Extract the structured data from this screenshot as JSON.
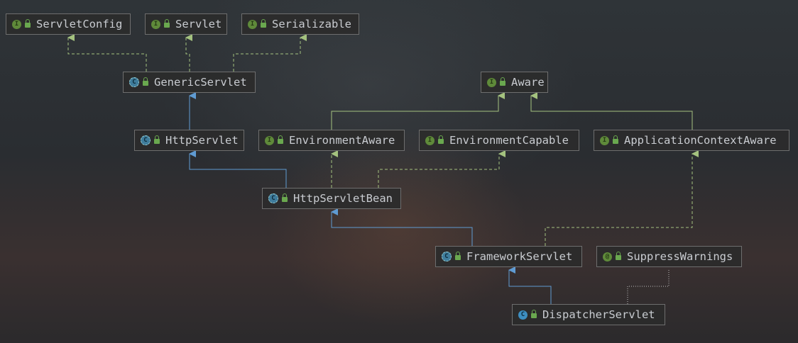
{
  "colors": {
    "implements_edge": "#a4c27f",
    "extends_edge": "#5f9bd2",
    "annotation_edge": "#bdbdbd",
    "node_border": "#6e6e6e",
    "node_text": "#c9ccd1"
  },
  "nodes": {
    "servlet_config": {
      "label": "ServletConfig",
      "kind": "interface",
      "icon_glyph": "I"
    },
    "servlet": {
      "label": "Servlet",
      "kind": "interface",
      "icon_glyph": "I"
    },
    "serializable": {
      "label": "Serializable",
      "kind": "interface",
      "icon_glyph": "I"
    },
    "generic_servlet": {
      "label": "GenericServlet",
      "kind": "abstract-class",
      "icon_glyph": "C"
    },
    "aware": {
      "label": "Aware",
      "kind": "interface",
      "icon_glyph": "I"
    },
    "http_servlet": {
      "label": "HttpServlet",
      "kind": "abstract-class",
      "icon_glyph": "C"
    },
    "environment_aware": {
      "label": "EnvironmentAware",
      "kind": "interface",
      "icon_glyph": "I"
    },
    "environment_capable": {
      "label": "EnvironmentCapable",
      "kind": "interface",
      "icon_glyph": "I"
    },
    "application_context_aware": {
      "label": "ApplicationContextAware",
      "kind": "interface",
      "icon_glyph": "I"
    },
    "http_servlet_bean": {
      "label": "HttpServletBean",
      "kind": "abstract-class",
      "icon_glyph": "C"
    },
    "framework_servlet": {
      "label": "FrameworkServlet",
      "kind": "abstract-class",
      "icon_glyph": "C"
    },
    "suppress_warnings": {
      "label": "SuppressWarnings",
      "kind": "annotation",
      "icon_glyph": "@"
    },
    "dispatcher_servlet": {
      "label": "DispatcherServlet",
      "kind": "class",
      "icon_glyph": "C"
    }
  },
  "edges": [
    {
      "from": "generic_servlet",
      "to": "servlet_config",
      "type": "implements"
    },
    {
      "from": "generic_servlet",
      "to": "servlet",
      "type": "implements"
    },
    {
      "from": "generic_servlet",
      "to": "serializable",
      "type": "implements"
    },
    {
      "from": "http_servlet",
      "to": "generic_servlet",
      "type": "extends"
    },
    {
      "from": "environment_aware",
      "to": "aware",
      "type": "extends"
    },
    {
      "from": "application_context_aware",
      "to": "aware",
      "type": "extends"
    },
    {
      "from": "http_servlet_bean",
      "to": "http_servlet",
      "type": "extends"
    },
    {
      "from": "http_servlet_bean",
      "to": "environment_aware",
      "type": "implements"
    },
    {
      "from": "http_servlet_bean",
      "to": "environment_capable",
      "type": "implements"
    },
    {
      "from": "framework_servlet",
      "to": "http_servlet_bean",
      "type": "extends"
    },
    {
      "from": "framework_servlet",
      "to": "application_context_aware",
      "type": "implements"
    },
    {
      "from": "dispatcher_servlet",
      "to": "framework_servlet",
      "type": "extends"
    },
    {
      "from": "dispatcher_servlet",
      "to": "suppress_warnings",
      "type": "annotated"
    }
  ]
}
